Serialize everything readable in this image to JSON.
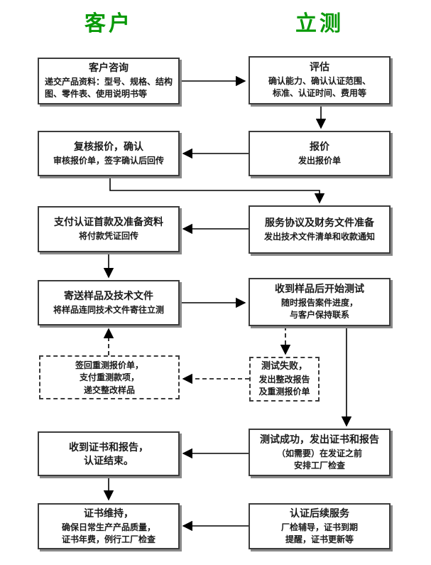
{
  "header": {
    "left": "客户",
    "right": "立测",
    "color": "#089a08"
  },
  "boxes": [
    {
      "id": "customer-inquiry",
      "title": "客户咨询",
      "body": "递交产品资料：型号、规格、结构\n图、零件表、使用说明书等",
      "style": "solid"
    },
    {
      "id": "evaluation",
      "title": "评估",
      "body": "确认能力、确认认证范围、\n标准、认证时间、费用等",
      "style": "solid"
    },
    {
      "id": "review-quote",
      "title": "复核报价，确认",
      "body": "审核报价单，签字确认后回传",
      "style": "solid"
    },
    {
      "id": "quotation",
      "title": "报价",
      "body": "发出报价单",
      "style": "solid"
    },
    {
      "id": "pay-first-amount",
      "title": "支付认证首款及准备资料",
      "body": "将付款凭证回传",
      "style": "solid"
    },
    {
      "id": "service-agreement",
      "title": "服务协议及财务文件准备",
      "body": "发出技术文件清单和收款通知",
      "style": "solid"
    },
    {
      "id": "send-samples",
      "title": "寄送样品及技术文件",
      "body": "将样品连同技术文件寄往立测",
      "style": "solid"
    },
    {
      "id": "start-testing",
      "title": "收到样品后开始测试",
      "body": "随时报告案件进度，\n与客户保持联系",
      "style": "solid"
    },
    {
      "id": "resign-retest",
      "title": "",
      "body": "签回重测报价单，\n支付重测款项，\n递交整改样品",
      "style": "dashed"
    },
    {
      "id": "test-failed",
      "title": "测试失败，",
      "body": "发出整改报告\n及重测报价单",
      "style": "dashed"
    },
    {
      "id": "receive-certificate",
      "title": "收到证书和报告，\n认证结束。",
      "body": "",
      "style": "solid"
    },
    {
      "id": "test-passed",
      "title": "测试成功，发出证书和报告",
      "body": "（如需要）在发证之前\n安排工厂检查",
      "style": "solid"
    },
    {
      "id": "certificate-keep",
      "title": "证书维持，",
      "body": "确保日常生产产品质量，\n证书年费，例行工厂检查",
      "style": "solid"
    },
    {
      "id": "follow-up-service",
      "title": "认证后续服务",
      "body": "厂检辅导，证书到期\n提醒，证书更新等",
      "style": "solid"
    }
  ]
}
